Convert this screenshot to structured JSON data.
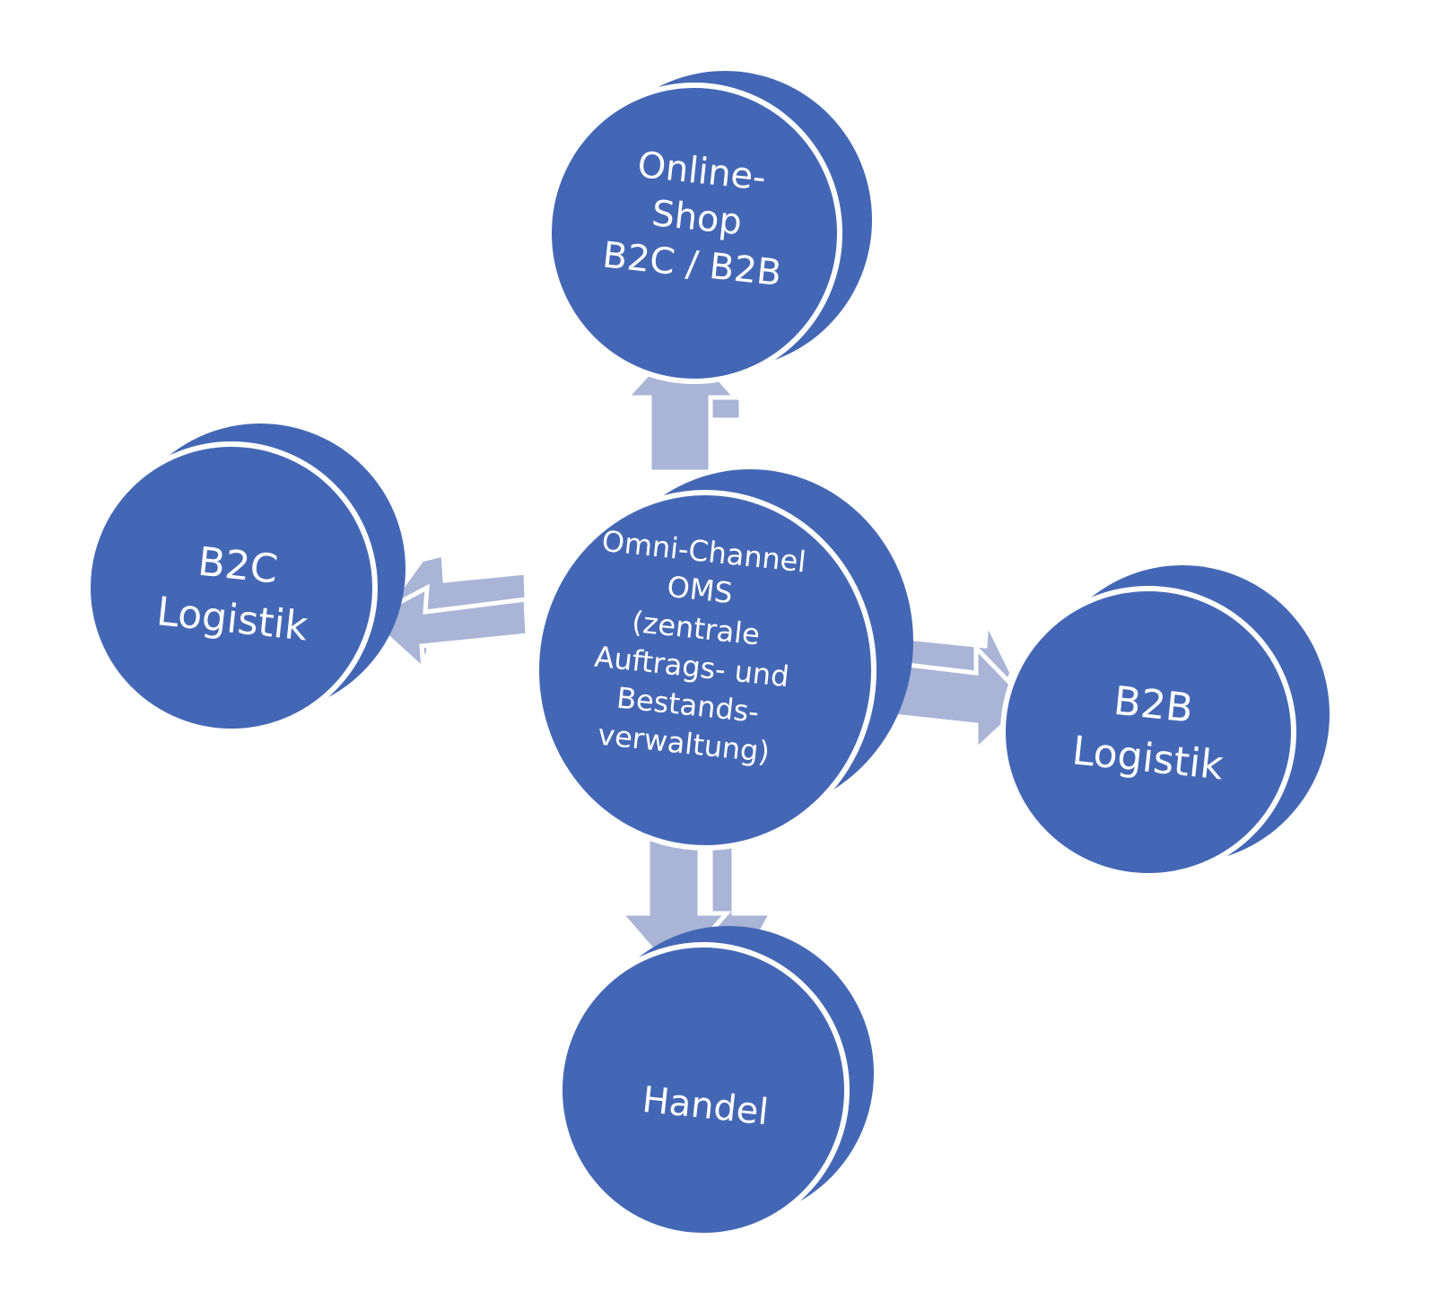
{
  "diagram": {
    "center": {
      "lines": [
        "Omni-Channel",
        "OMS",
        "(zentrale",
        "Auftrags- und",
        "Bestands-",
        "verwaltung)"
      ]
    },
    "top": {
      "lines": [
        "Online-",
        "Shop",
        "B2C / B2B"
      ]
    },
    "left": {
      "lines": [
        "B2C",
        "Logistik"
      ]
    },
    "right": {
      "lines": [
        "B2B",
        "Logistik"
      ]
    },
    "bottom": {
      "lines": [
        "Handel"
      ]
    },
    "colors": {
      "node_fill": "#4467b5",
      "node_back": "#4467b5",
      "arrow_fill": "#a9b4d6",
      "arrow_side": "#a9b4d6",
      "outline": "#ffffff"
    }
  }
}
